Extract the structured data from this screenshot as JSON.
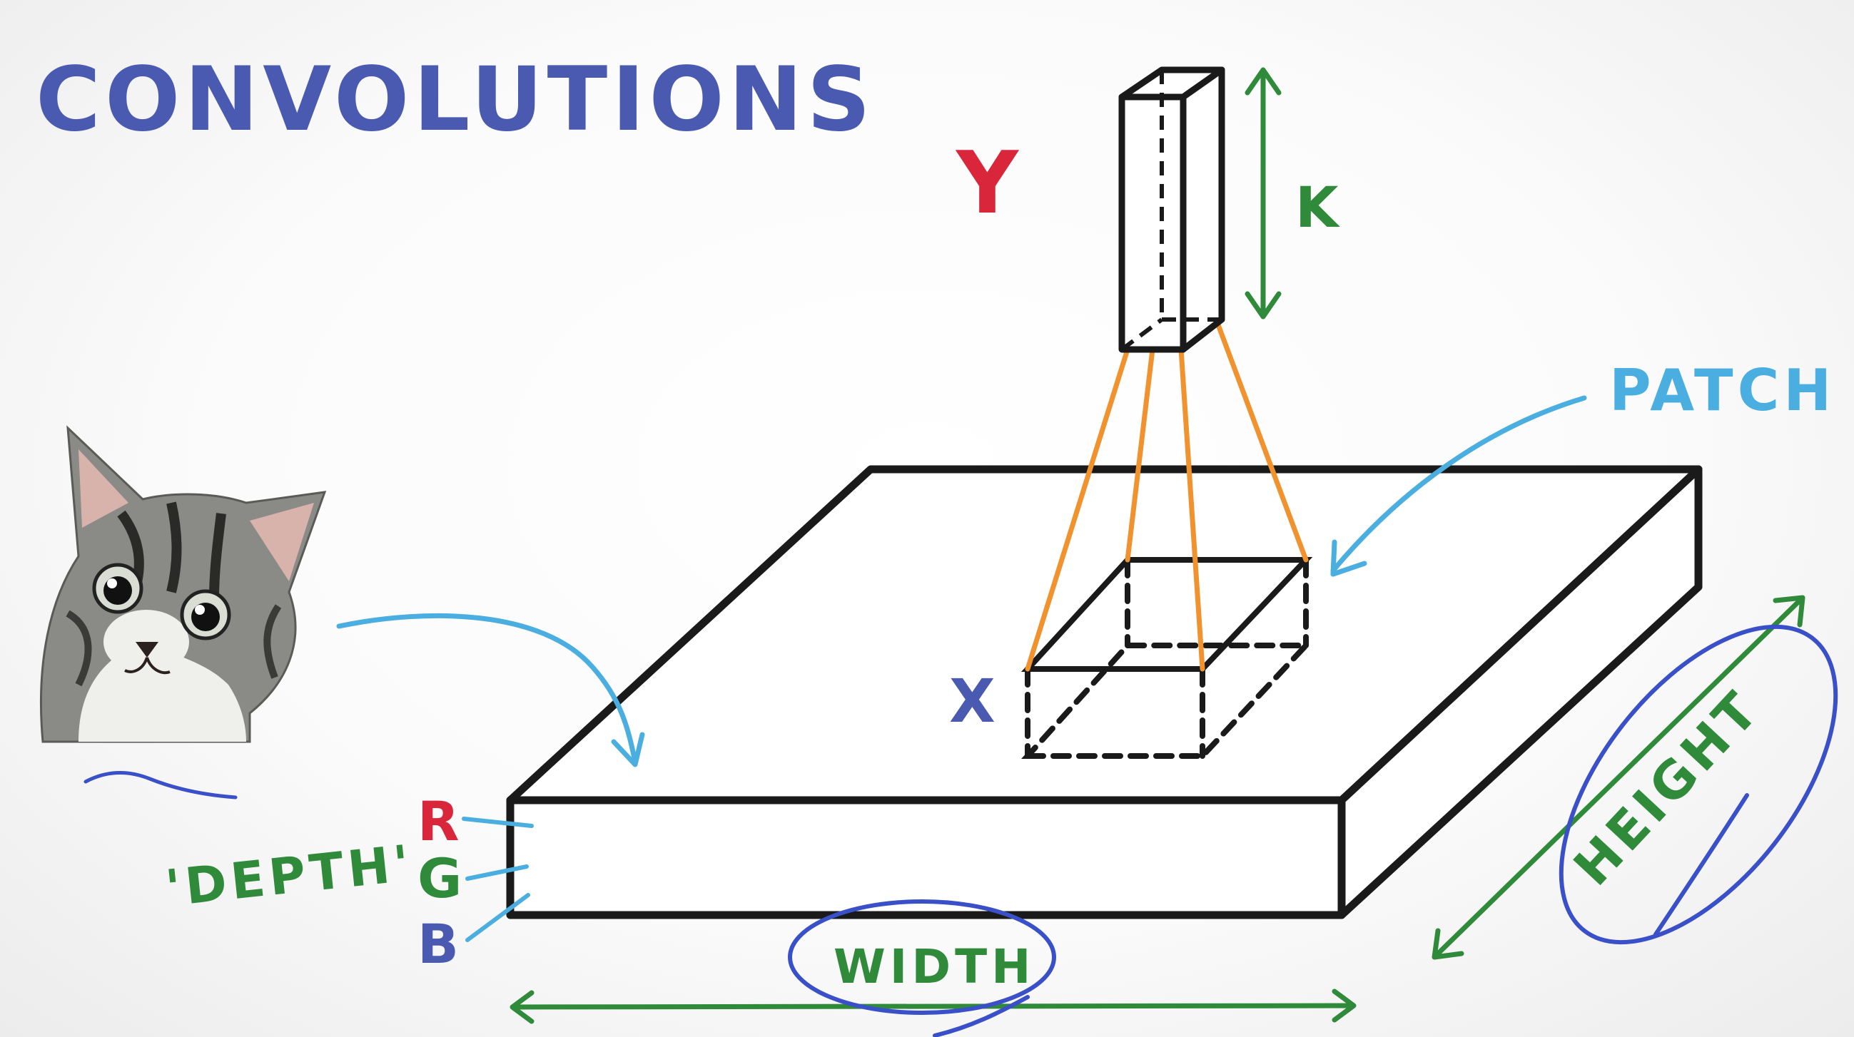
{
  "title": "CONVOLUTIONS",
  "labels": {
    "output": "Y",
    "depth_k": "K",
    "patch": "PATCH",
    "input": "X",
    "channel_r": "R",
    "channel_g": "G",
    "channel_b": "B",
    "depth": "'DEPTH'",
    "width": "WIDTH",
    "height": "HEIGHT"
  },
  "colors": {
    "title": "#4a5ab0",
    "output_label": "#d9263a",
    "input_label": "#4a5ab0",
    "dimension_green": "#2f8a3a",
    "patch_blue": "#4aaee0",
    "circle_blue": "#3a50c8",
    "projection_orange": "#f0922e",
    "outline": "#1a1a1a"
  },
  "icons": {
    "kitten": "kitten-photo"
  }
}
